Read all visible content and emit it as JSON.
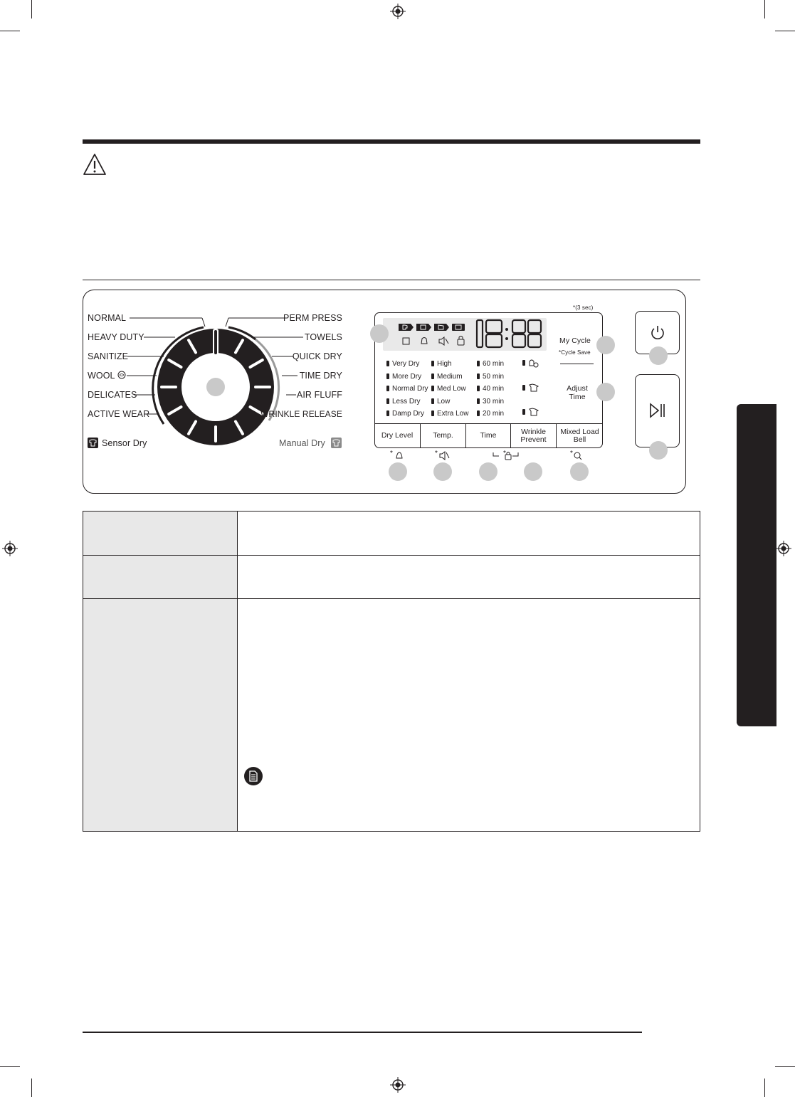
{
  "dial": {
    "left_labels": [
      "NORMAL",
      "HEAVY DUTY",
      "SANITIZE",
      "WOOL",
      "DELICATES",
      "ACTIVE WEAR"
    ],
    "right_labels": [
      "PERM PRESS",
      "TOWELS",
      "QUICK DRY",
      "TIME DRY",
      "AIR FLUFF",
      "WRINKLE RELEASE"
    ],
    "sensor_dry": "Sensor Dry",
    "manual_dry": "Manual Dry"
  },
  "display": {
    "time_readout": "18:88",
    "dry_level_options": [
      "Very Dry",
      "More Dry",
      "Normal Dry",
      "Less Dry",
      "Damp Dry"
    ],
    "temp_options": [
      "High",
      "Medium",
      "Med Low",
      "Low",
      "Extra Low"
    ],
    "time_options": [
      "60 min",
      "50 min",
      "40 min",
      "30 min",
      "20 min"
    ],
    "buttons": [
      "Dry Level",
      "Temp.",
      "Time",
      "Wrinkle Prevent",
      "Mixed Load Bell"
    ],
    "three_sec": "*(3 sec)",
    "my_cycle": "My Cycle",
    "cycle_save": "*Cycle Save",
    "adjust_time": "Adjust Time"
  },
  "icons": {
    "warning": "warning-triangle-icon",
    "power": "power-icon",
    "start_pause": "play-pause-icon",
    "note": "note-icon"
  }
}
